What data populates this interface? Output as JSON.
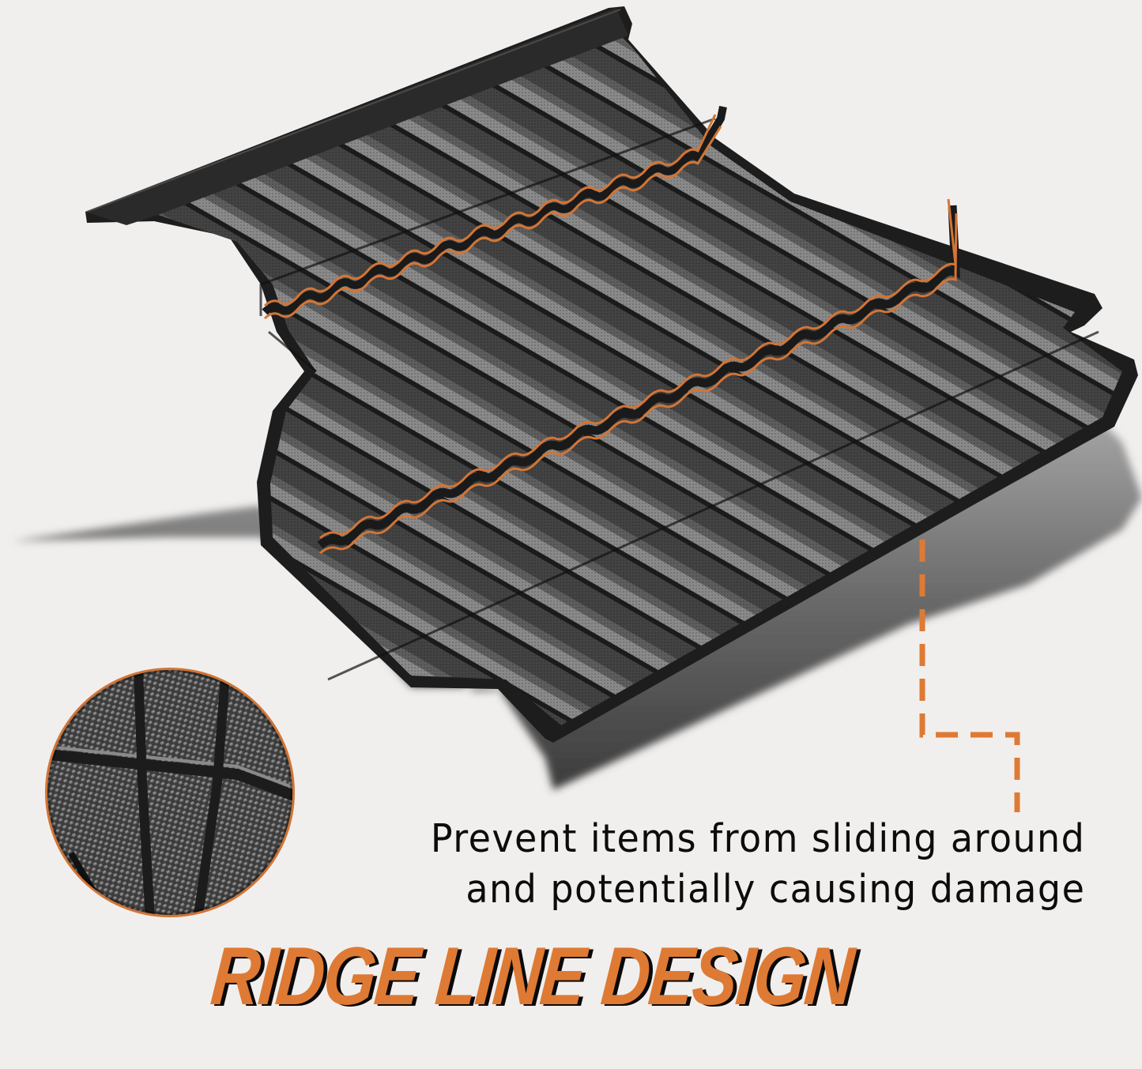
{
  "product": {
    "name": "truck-bed-mat",
    "feature": "ridge-line"
  },
  "caption": {
    "line1": "Prevent items from sliding around",
    "line2": "and potentially causing damage"
  },
  "headline": {
    "text": "RIDGE LINE DESIGN"
  },
  "colors": {
    "accent_orange": "#de7a34",
    "background": "#f1efed",
    "mat_dark": "#2b2b2b",
    "text_dark": "#0c0c0c"
  },
  "icons": {
    "magnifier_circle": "texture-closeup-icon",
    "connector": "dashed-leader-line-icon"
  }
}
